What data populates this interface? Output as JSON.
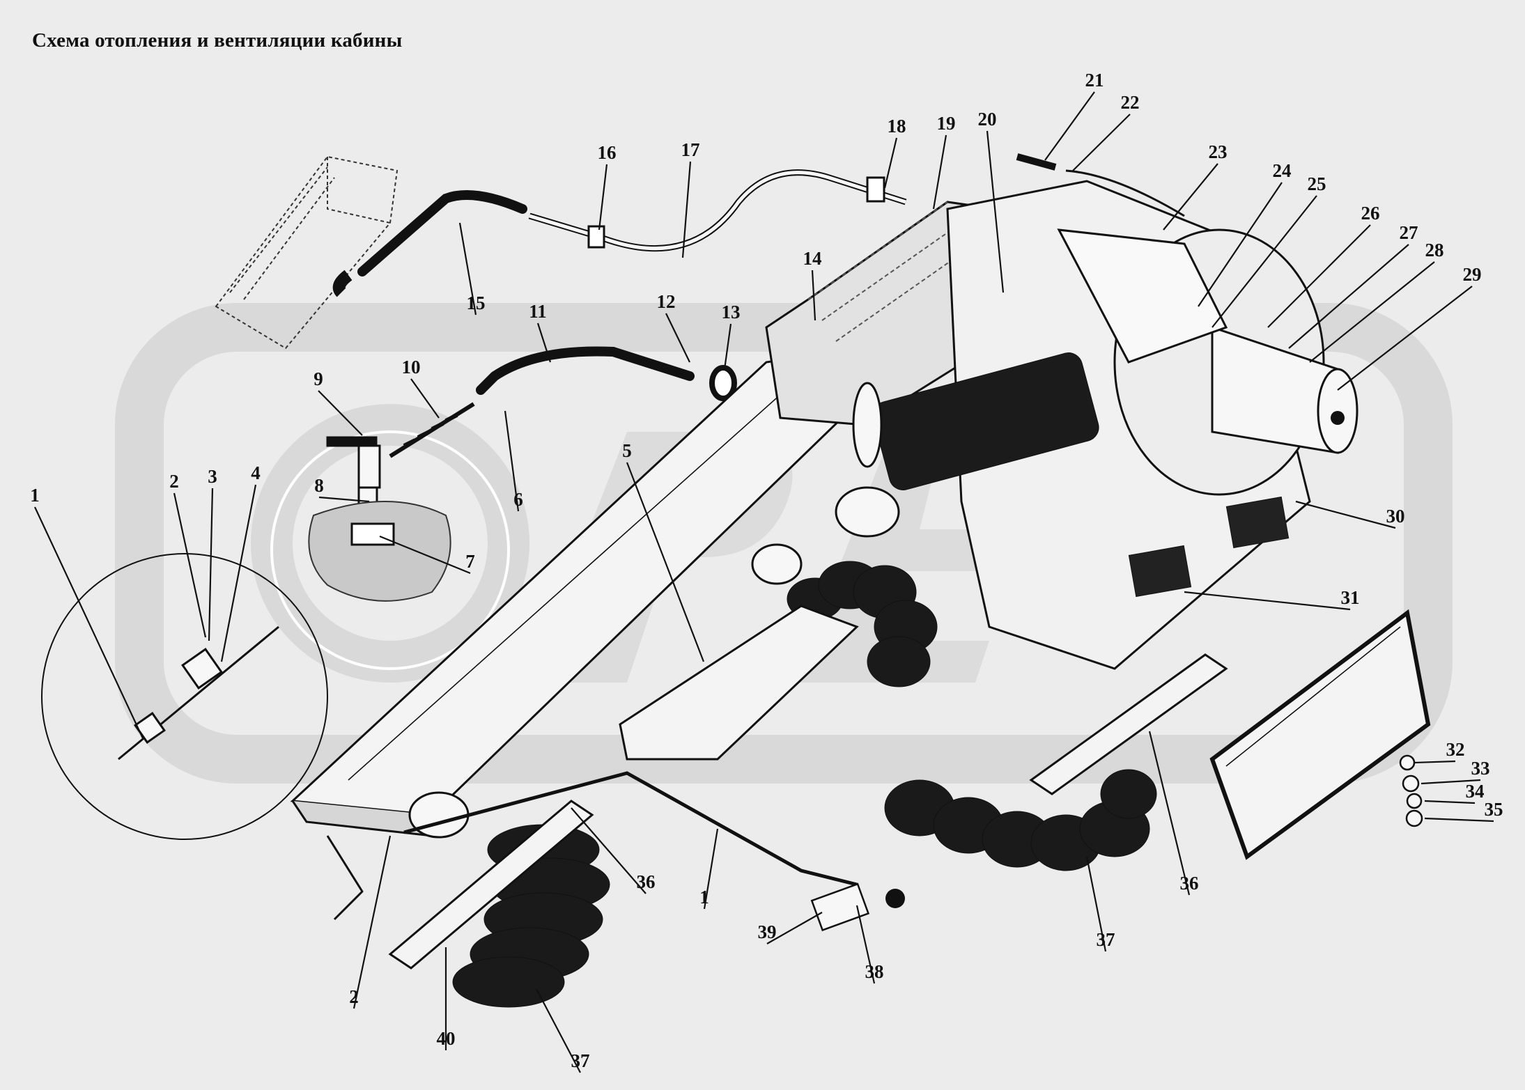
{
  "title": "Схема отопления и вентиляции кабины",
  "colors": {
    "background": "#ececec",
    "watermark": "#d8d8d8",
    "line": "#111111",
    "part_fill": "#f7f7f7",
    "part_shade": "#cfcfcf",
    "dark": "#151515"
  },
  "callouts": [
    {
      "id": "c1a",
      "text": "1"
    },
    {
      "id": "c2a",
      "text": "2"
    },
    {
      "id": "c3",
      "text": "3"
    },
    {
      "id": "c4",
      "text": "4"
    },
    {
      "id": "c5",
      "text": "5"
    },
    {
      "id": "c6",
      "text": "6"
    },
    {
      "id": "c7",
      "text": "7"
    },
    {
      "id": "c8",
      "text": "8"
    },
    {
      "id": "c9",
      "text": "9"
    },
    {
      "id": "c10",
      "text": "10"
    },
    {
      "id": "c11",
      "text": "11"
    },
    {
      "id": "c12",
      "text": "12"
    },
    {
      "id": "c13",
      "text": "13"
    },
    {
      "id": "c14",
      "text": "14"
    },
    {
      "id": "c15",
      "text": "15"
    },
    {
      "id": "c16",
      "text": "16"
    },
    {
      "id": "c17",
      "text": "17"
    },
    {
      "id": "c18",
      "text": "18"
    },
    {
      "id": "c19",
      "text": "19"
    },
    {
      "id": "c20",
      "text": "20"
    },
    {
      "id": "c21",
      "text": "21"
    },
    {
      "id": "c22",
      "text": "22"
    },
    {
      "id": "c23",
      "text": "23"
    },
    {
      "id": "c24",
      "text": "24"
    },
    {
      "id": "c25",
      "text": "25"
    },
    {
      "id": "c26",
      "text": "26"
    },
    {
      "id": "c27",
      "text": "27"
    },
    {
      "id": "c28",
      "text": "28"
    },
    {
      "id": "c29",
      "text": "29"
    },
    {
      "id": "c30",
      "text": "30"
    },
    {
      "id": "c31",
      "text": "31"
    },
    {
      "id": "c32",
      "text": "32"
    },
    {
      "id": "c33",
      "text": "33"
    },
    {
      "id": "c34",
      "text": "34"
    },
    {
      "id": "c35",
      "text": "35"
    },
    {
      "id": "c36a",
      "text": "36"
    },
    {
      "id": "c36b",
      "text": "36"
    },
    {
      "id": "c37a",
      "text": "37"
    },
    {
      "id": "c37b",
      "text": "37"
    },
    {
      "id": "c38",
      "text": "38"
    },
    {
      "id": "c39",
      "text": "39"
    },
    {
      "id": "c1b",
      "text": "1"
    },
    {
      "id": "c2b",
      "text": "2"
    },
    {
      "id": "c40",
      "text": "40"
    }
  ]
}
